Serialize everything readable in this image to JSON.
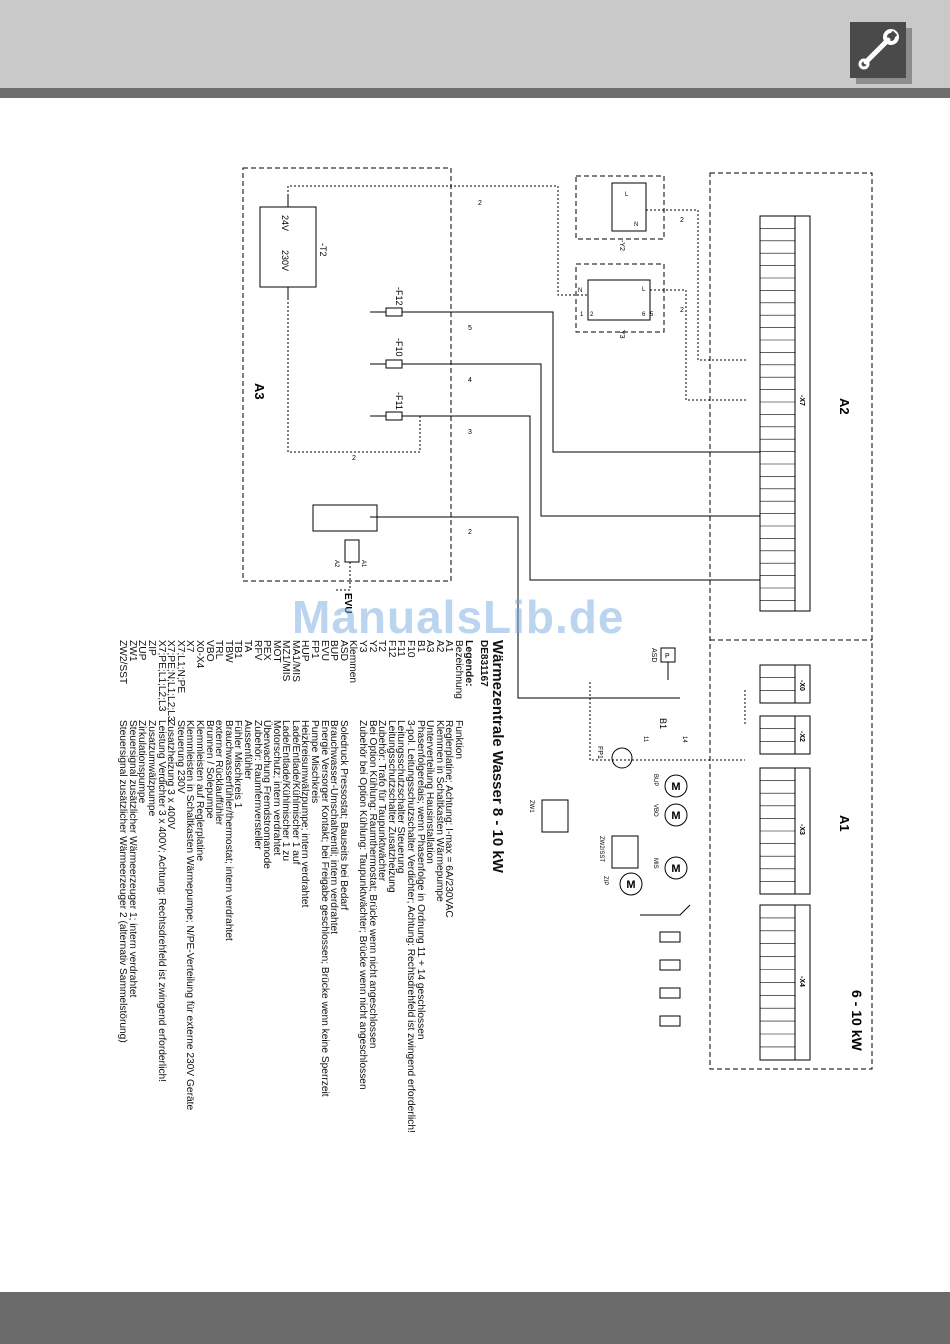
{
  "header": {
    "tool_icon": "wrench-icon"
  },
  "watermark": "ManualsLib.de",
  "diagram": {
    "a3_label": "A3",
    "a2_label": "A2",
    "a1_label": "A1",
    "power_label": "6 - 10 kW",
    "transformer": {
      "name": "-T2",
      "v_low": "24V",
      "v_high": "230V"
    },
    "fuses": [
      "-F12",
      "-F10",
      "-F11"
    ],
    "wire_counts": [
      "2",
      "2",
      "2",
      "5",
      "4",
      "3",
      "2",
      "2"
    ],
    "valves": [
      {
        "name": "-Y2",
        "terminals": [
          "L",
          "N"
        ]
      },
      {
        "name": "Y3",
        "terminals": [
          "L",
          "N",
          "1",
          "2",
          "5",
          "6"
        ]
      }
    ],
    "terminal_strips": [
      "-X7",
      "-X0",
      "-X2",
      "-X3",
      "-X4"
    ],
    "relay": {
      "name": "EVU",
      "terminals": [
        "A1",
        "A2"
      ]
    },
    "asd": {
      "name": "ASD",
      "symbol": "P"
    },
    "b1": {
      "name": "B1",
      "pins": [
        "11",
        "14"
      ]
    },
    "pump": "FP1",
    "motors": [
      "BUP",
      "VBO",
      "MIS",
      "ZIP"
    ],
    "zw": [
      "ZW1",
      "ZW2/SST"
    ]
  },
  "legend": {
    "title": "Wärmezentrale Wasser 8 - 10 kW",
    "code": "DE831167",
    "heading": "Legende:",
    "columns": [
      "Bezeichnung",
      "Funktion"
    ],
    "rows": [
      [
        "A1",
        "Reglerplatine; Achtung: I-max = 6A/230VAC"
      ],
      [
        "A2",
        "Klemmen in Schaltkasten Wärmepumpe"
      ],
      [
        "A3",
        "Unterverteilung Hausinstallation"
      ],
      [
        "B1",
        "Phasenfolgerelais; wenn Phasenfolge in Ordnung 11 + 14 geschlossen"
      ],
      [
        "F10",
        "3-pol. Leitungsschutzschalter Verdichter; Achtung: Rechtsdrehfeld ist zwingend erforderlich!"
      ],
      [
        "F11",
        "Leitungsschutzschalter Steuerung"
      ],
      [
        "F12",
        "Leitungsschutzschalter Zusatzheizung"
      ],
      [
        "T2",
        "Zubehör: Trafo für Taupunktwächter"
      ],
      [
        "Y2",
        "Bei Option Kühlung: Raumthermostat; Brücke wenn nicht angeschlossen"
      ],
      [
        "Y3",
        "Zubehör bei Option Kühlung: Taupunktwächter; Brücke wenn nicht angeschlossen"
      ],
      [
        "Klemmen",
        ""
      ],
      [
        "ASD",
        "Soledruck Pressostat; Bauseits bei Bedarf"
      ],
      [
        "BUP",
        "Brauchwasser-Umschaltventil; intern verdrahtet"
      ],
      [
        "EVU",
        "Energie Versorger Kontakt; bei Freigabe geschlossen; Brücke wenn keine Sperrzeit"
      ],
      [
        "FP1",
        "Pumpe Mischkreis"
      ],
      [
        "HUP",
        "Heizkreisumwälzpumpe; intern verdrahtet"
      ],
      [
        "MA1/MIS",
        "Lade/Entlade/Kühlmischer 1 auf"
      ],
      [
        "MZ1/MIS",
        "Lade/Entlade/Kühlmischer 1 zu"
      ],
      [
        "MOT",
        "Motorschutz; intern verdrahtet"
      ],
      [
        "PEX",
        "Überwachung Fremdstromanode"
      ],
      [
        "RFV",
        "Zubehör: Raumfernversteller"
      ],
      [
        "TA",
        "Aussenfühler"
      ],
      [
        "TB1",
        "Fühler Mischkreis 1"
      ],
      [
        "TBW",
        "Brauchwasserfühler/thermostat; intern verdrahtet"
      ],
      [
        "TRL",
        "externer Rücklauffühler"
      ],
      [
        "VBO",
        "Brunnen / Solepumpe"
      ],
      [
        "X0-X4",
        "Klemmleisten auf Reglerplatine"
      ],
      [
        "X7",
        "Klemmleisten in Schaltkasten Wärmepumpe; N/PE-Verteilung für externe 230V Geräte"
      ],
      [
        "X7;L1;N;PE",
        "Steuerung 230V"
      ],
      [
        "X7;PE;N;L1;L2;L3",
        "Zusatzheizung 3 x 400V"
      ],
      [
        "X7;PE;L1;L2;L3",
        "Leistung Verdichter 3 x 400V; Achtung: Rechtsdrehfeld ist zwingend erforderlich!"
      ],
      [
        "ZIP",
        "Zusatzumwälzpumpe"
      ],
      [
        "ZUP",
        "Zirkulationspumpe"
      ],
      [
        "ZW1",
        "Steuersignal zusätzlicher Wärmeerzeuger 1; intern verdrahtet"
      ],
      [
        "ZW2/SST",
        "Steuersignal zusätzlicher Wärmeerzeuger 2 (alternativ Sammelstörung)"
      ]
    ]
  }
}
